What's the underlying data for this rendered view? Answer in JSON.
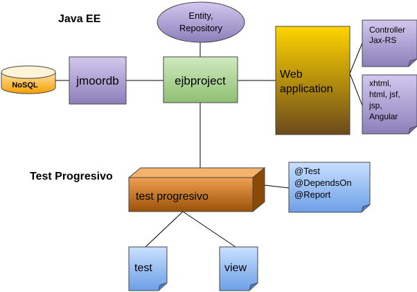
{
  "sections": {
    "top": "Java EE",
    "bottom": "Test Progresivo"
  },
  "nodes": {
    "entity": [
      "Entity,",
      "Repository"
    ],
    "ejbproject": "ejbproject",
    "jmoordb": "jmoordb",
    "nosql": "NoSQL",
    "webapp": [
      "Web",
      "application"
    ],
    "controller_note": [
      "Controller",
      "Jax-RS"
    ],
    "views_note": [
      "xhtml,",
      "html, jsf,",
      "jsp,",
      "Angular"
    ],
    "test_progresivo": "test progresivo",
    "annotations_note": [
      "@Test",
      "@DependsOn",
      "@Report"
    ],
    "test_note": "test",
    "view_note": "view"
  },
  "colors": {
    "entity": "#b4a7d6",
    "ejbproject": "#a9d08e",
    "jmoordb": "#b4a7d6",
    "nosql": "#f6a000",
    "webapp_top": "#ffd700",
    "webapp_bottom": "#6b4a1b",
    "purple_note": "#b4a7d6",
    "blue_note": "#9fc5f8",
    "test_box_top": "#e69138",
    "test_box_bottom": "#9a5208",
    "lines": "#000000"
  }
}
